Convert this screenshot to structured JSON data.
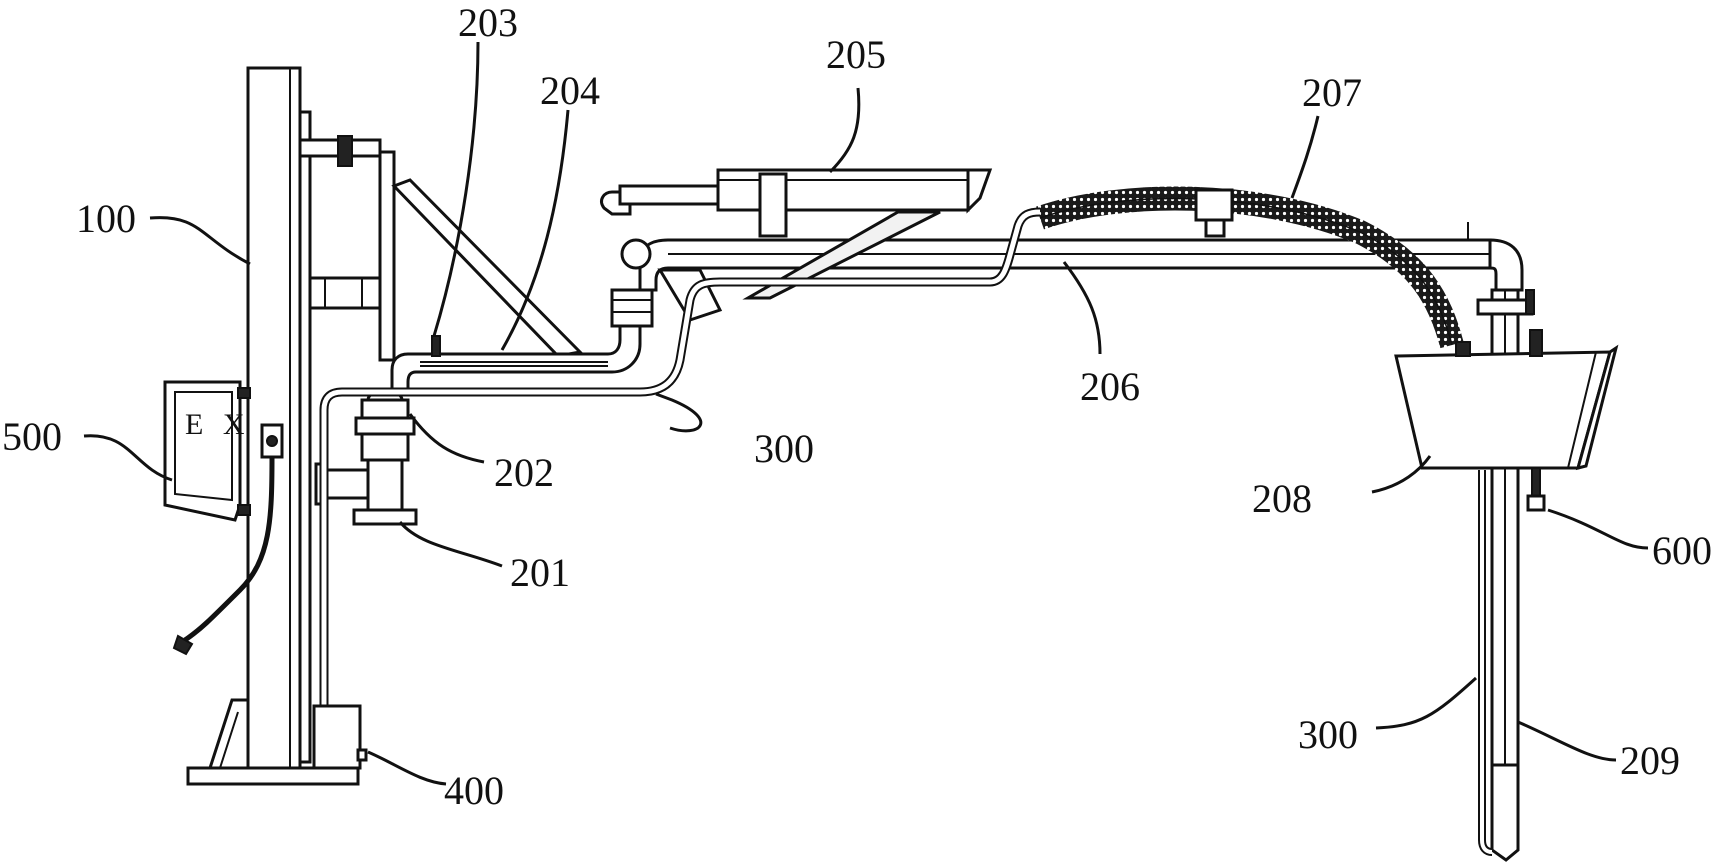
{
  "figure": {
    "box_marking": "E X",
    "labels": [
      {
        "id": "100",
        "text": "100"
      },
      {
        "id": "201",
        "text": "201"
      },
      {
        "id": "202",
        "text": "202"
      },
      {
        "id": "203",
        "text": "203"
      },
      {
        "id": "204",
        "text": "204"
      },
      {
        "id": "205",
        "text": "205"
      },
      {
        "id": "206",
        "text": "206"
      },
      {
        "id": "207",
        "text": "207"
      },
      {
        "id": "208",
        "text": "208"
      },
      {
        "id": "209",
        "text": "209"
      },
      {
        "id": "300a",
        "text": "300"
      },
      {
        "id": "300b",
        "text": "300"
      },
      {
        "id": "400",
        "text": "400"
      },
      {
        "id": "500",
        "text": "500"
      },
      {
        "id": "600",
        "text": "600"
      }
    ]
  }
}
